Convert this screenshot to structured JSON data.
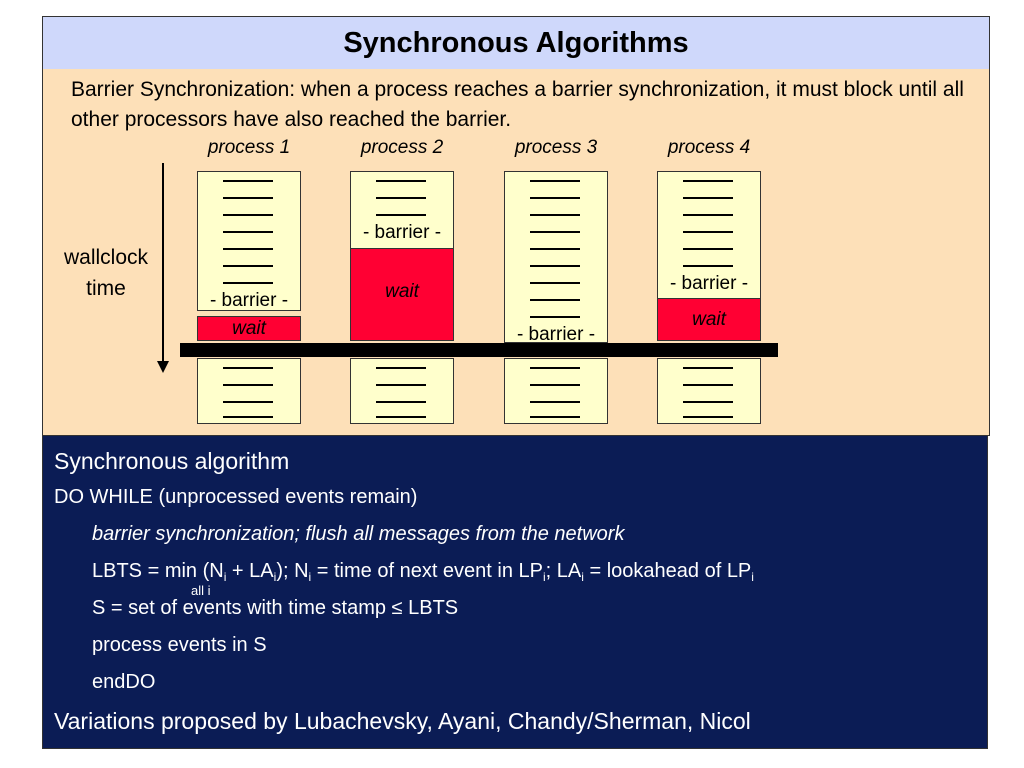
{
  "title": "Synchronous Algorithms",
  "intro": "Barrier Synchronization: when a process reaches a barrier synchronization, it must block until all other processors have also reached the barrier.",
  "time_axis_label_line1": "wallclock",
  "time_axis_label_line2": "time",
  "processes": [
    {
      "label": "process 1",
      "barrier_label": "- barrier -",
      "wait_label": "wait"
    },
    {
      "label": "process 2",
      "barrier_label": "- barrier -",
      "wait_label": "wait"
    },
    {
      "label": "process 3",
      "barrier_label": "- barrier -",
      "wait_label": ""
    },
    {
      "label": "process 4",
      "barrier_label": "- barrier -",
      "wait_label": "wait"
    }
  ],
  "algorithm": {
    "heading": "Synchronous algorithm",
    "do_while": "DO WHILE (unprocessed events remain)",
    "barrier_step": "barrier synchronization; flush all messages from the network",
    "lbts": {
      "a": "LBTS = min (N",
      "sub_i": "i",
      "b": " + LA",
      "c": ");  N",
      "d": " = time of next event in LP",
      "e": "; LA",
      "f": " = lookahead of LP",
      "under_min": "all i"
    },
    "set_s": "S = set of events with time stamp ≤ LBTS",
    "process_events": "process events in S",
    "end": "endDO",
    "variations": "Variations proposed by Lubachevsky, Ayani, Chandy/Sherman, Nicol"
  }
}
